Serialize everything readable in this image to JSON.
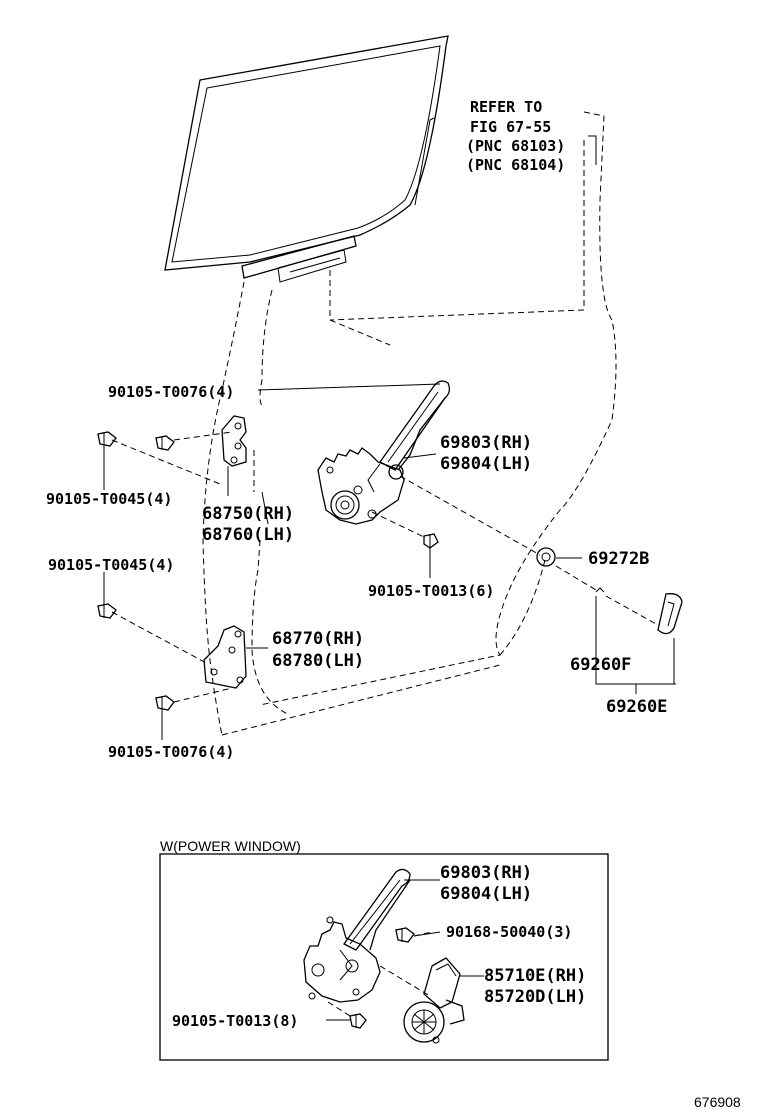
{
  "refer_note": {
    "line1": "REFER TO",
    "line2": "FIG 67-55",
    "line3": "(PNC 68103)",
    "line4": "(PNC 68104)"
  },
  "labels": {
    "bolt_t0076_top": "90105-T0076(4)",
    "bolt_t0045_left": "90105-T0045(4)",
    "hinge_upper_rh": "68750(RH)",
    "hinge_upper_lh": "68760(LH)",
    "regulator_rh": "69803(RH)",
    "regulator_lh": "69804(LH)",
    "bolt_t0013_main": "90105-T0013(6)",
    "grommet": "69272B",
    "bolt_t0045_mid": "90105-T0045(4)",
    "hinge_lower_rh": "68770(RH)",
    "hinge_lower_lh": "68780(LH)",
    "handle_part": "69260F",
    "handle_assy": "69260E",
    "bolt_t0076_bottom": "90105-T0076(4)"
  },
  "inset": {
    "title": "W(POWER WINDOW)",
    "regulator_rh": "69803(RH)",
    "regulator_lh": "69804(LH)",
    "bolt_50040": "90168-50040(3)",
    "motor_rh": "85710E(RH)",
    "motor_lh": "85720D(LH)",
    "bolt_t0013": "90105-T0013(8)"
  },
  "figure_number": "676908"
}
